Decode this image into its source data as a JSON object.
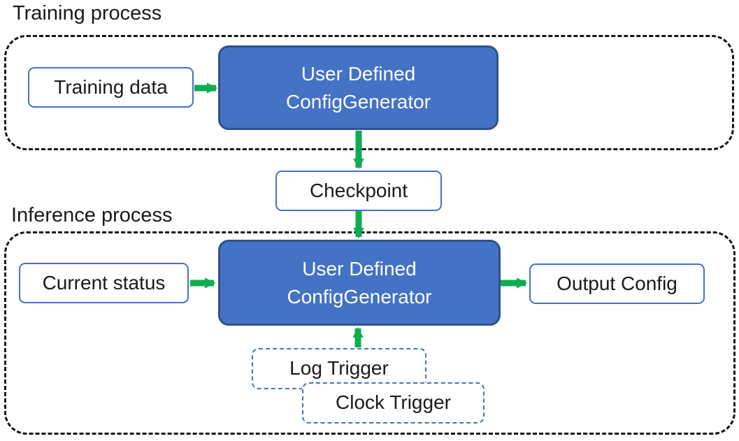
{
  "diagram": {
    "training": {
      "title": "Training process",
      "nodes": {
        "training_data": "Training data",
        "config_generator": {
          "line1": "User Defined",
          "line2": "ConfigGenerator"
        }
      }
    },
    "checkpoint": "Checkpoint",
    "inference": {
      "title": "Inference process",
      "nodes": {
        "current_status": "Current status",
        "config_generator": {
          "line1": "User Defined",
          "line2": "ConfigGenerator"
        },
        "output_config": "Output Config",
        "log_trigger": "Log Trigger",
        "clock_trigger": "Clock Trigger"
      }
    },
    "edges": [
      {
        "from": "training_data",
        "to": "training.config_generator"
      },
      {
        "from": "training.config_generator",
        "to": "checkpoint"
      },
      {
        "from": "checkpoint",
        "to": "inference.config_generator"
      },
      {
        "from": "current_status",
        "to": "inference.config_generator"
      },
      {
        "from": "inference.config_generator",
        "to": "output_config"
      },
      {
        "from": "log_trigger",
        "to": "inference.config_generator"
      }
    ],
    "colors": {
      "node_fill": "#4472C4",
      "node_border": "#2F528F",
      "white_box_border": "#4472C4",
      "arrow_green": "#10AC52",
      "container_dash": "#151515",
      "text": "#1a1a1a"
    }
  }
}
